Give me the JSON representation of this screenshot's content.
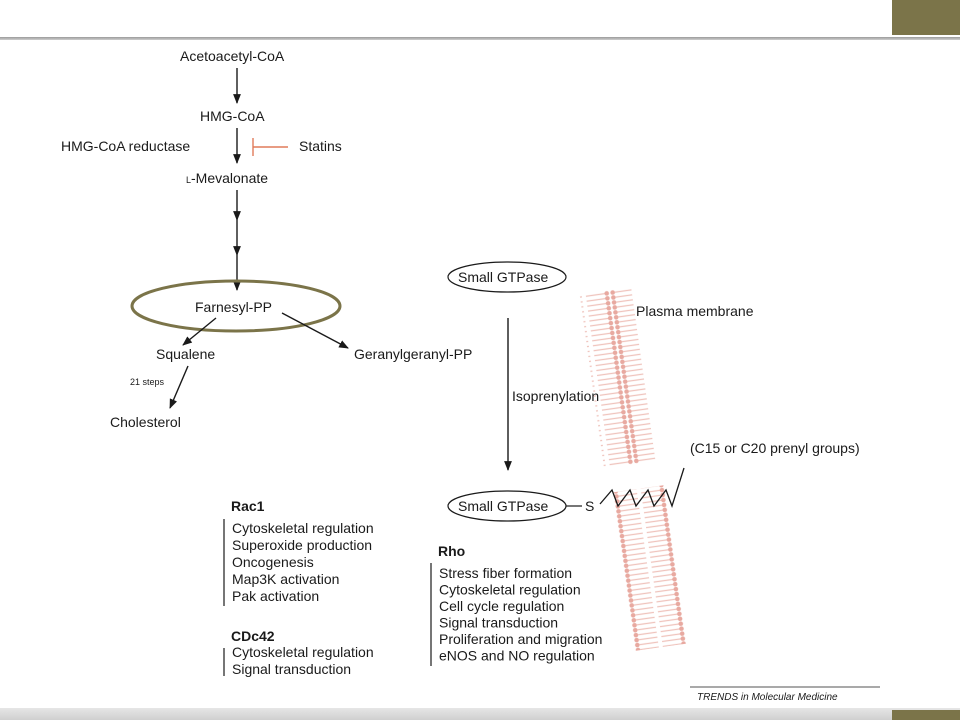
{
  "pathway": {
    "acetoacetyl_coa": "Acetoacetyl-CoA",
    "hmg_coa": "HMG-CoA",
    "hmg_coa_reductase": "HMG-CoA reductase",
    "statins": "Statins",
    "l_prefix": "L",
    "mevalonate": "-Mevalonate",
    "farnesyl_pp": "Farnesyl-PP",
    "squalene": "Squalene",
    "steps": "21 steps",
    "cholesterol": "Cholesterol",
    "geranylgeranyl_pp": "Geranylgeranyl-PP"
  },
  "gtpase": {
    "small_gtpase_top": "Small GTPase",
    "isoprenylation": "Isoprenylation",
    "small_gtpase_bottom": "Small GTPase",
    "sulfur": "S",
    "plasma_membrane": "Plasma membrane",
    "prenyl_groups": "(C15 or C20 prenyl groups)"
  },
  "rac1": {
    "title": "Rac1",
    "items": [
      "Cytoskeletal regulation",
      "Superoxide production",
      "Oncogenesis",
      "Map3K activation",
      "Pak activation"
    ]
  },
  "cdc42": {
    "title": "CDc42",
    "items": [
      "Cytoskeletal regulation",
      "Signal transduction"
    ]
  },
  "rho": {
    "title": "Rho",
    "items": [
      "Stress fiber formation",
      "Cytoskeletal regulation",
      "Cell cycle regulation",
      "Signal transduction",
      "Proliferation and migration",
      "eNOS and NO regulation"
    ]
  },
  "source": "TRENDS in Molecular Medicine",
  "colors": {
    "accent": "#7b7449",
    "statin_inhibit": "#e07b5a",
    "membrane": "#e8a9a0",
    "highlight_ellipse": "#7b7449"
  }
}
